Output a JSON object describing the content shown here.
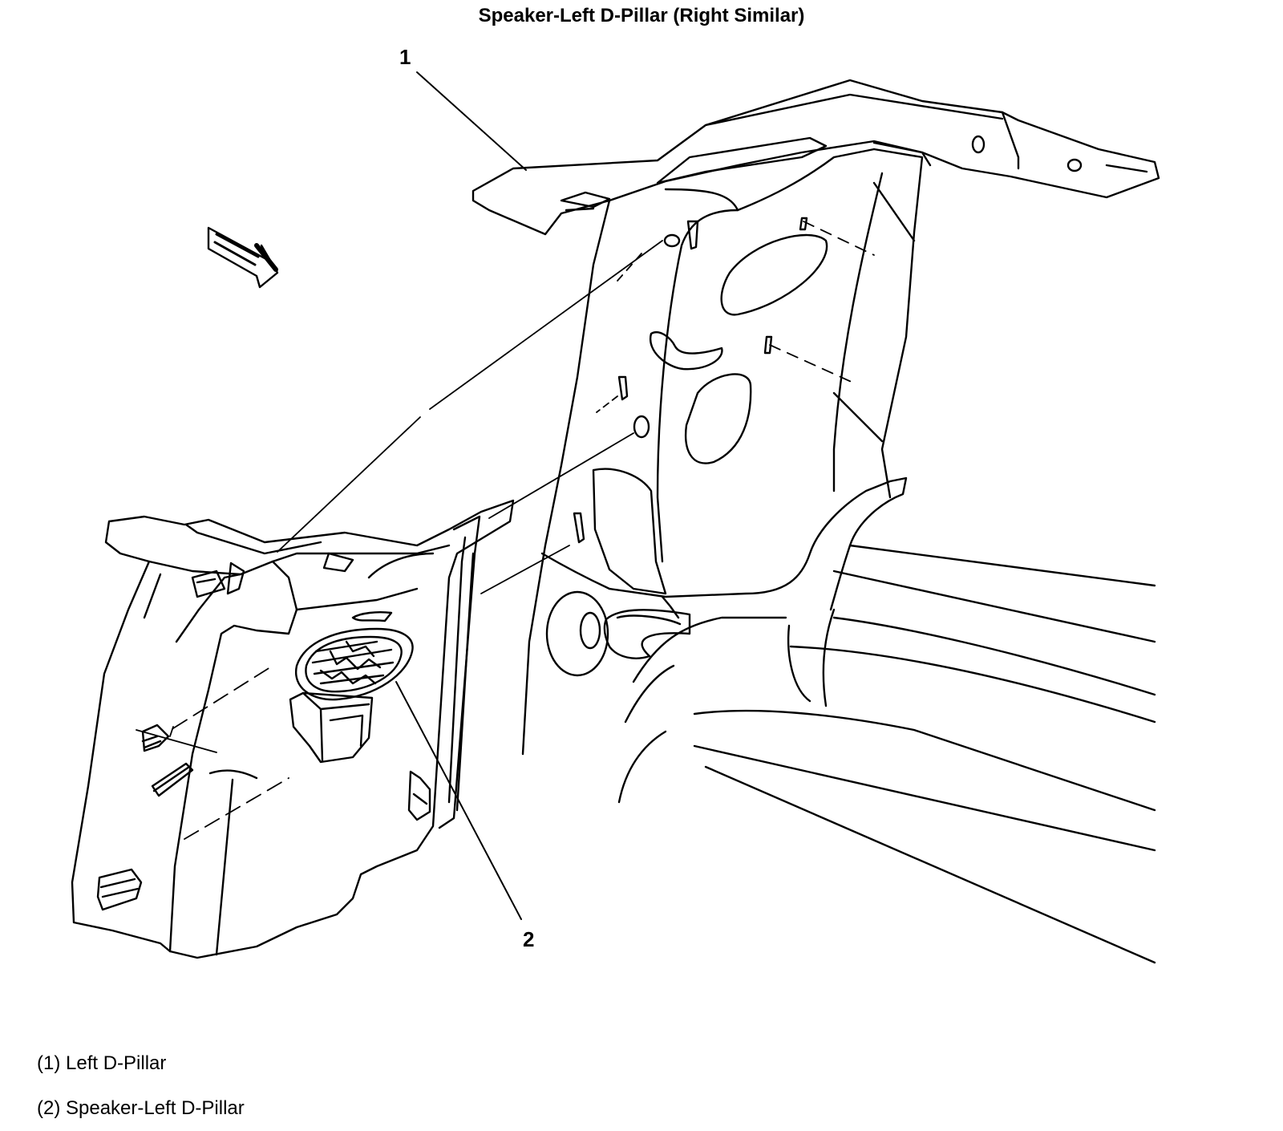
{
  "title": "Speaker-Left D-Pillar (Right Similar)",
  "callouts": [
    {
      "number": "1",
      "part": "Left D-Pillar"
    },
    {
      "number": "2",
      "part": "Speaker-Left D-Pillar"
    }
  ],
  "legend": [
    {
      "label": "(1) Left D-Pillar"
    },
    {
      "label": "(2) Speaker-Left D-Pillar"
    }
  ]
}
